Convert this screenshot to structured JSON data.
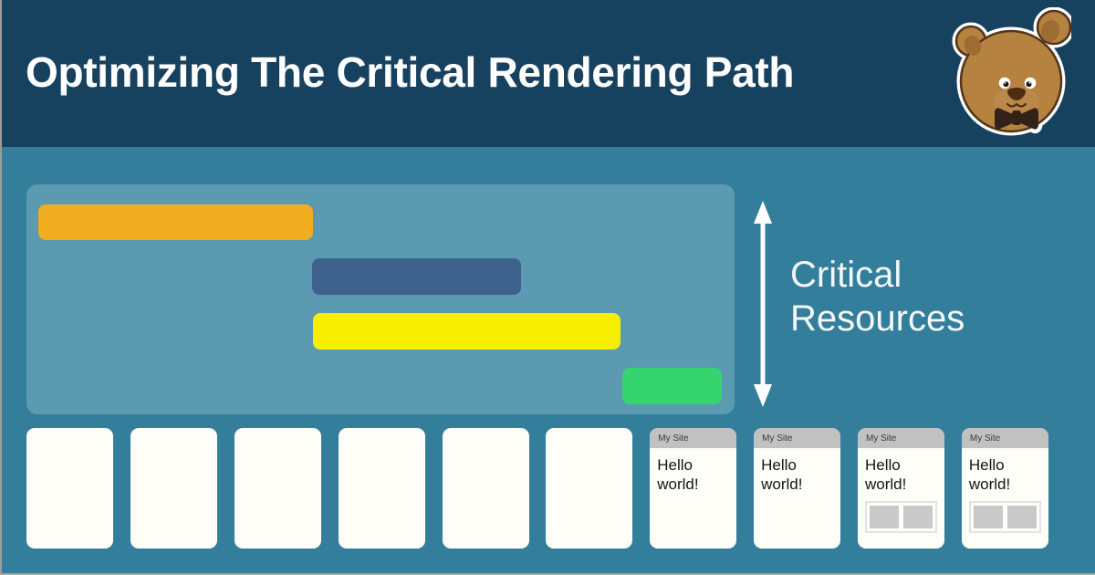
{
  "header": {
    "title": "Optimizing The Critical Rendering Path",
    "background": "#17425f",
    "logo": "bear-mascot"
  },
  "colors": {
    "body_background": "#337f9b",
    "panel_background": "#5c9ab2",
    "frame_white": "#fffdf8",
    "browser_titlebar_gray": "#c1c1c1",
    "arrow_white": "#ffffff"
  },
  "diagram": {
    "label": "Critical Resources",
    "bars": [
      {
        "name": "orange",
        "color": "#f1ac1f"
      },
      {
        "name": "blue",
        "color": "#3e618d"
      },
      {
        "name": "yellow",
        "color": "#f6ef00"
      },
      {
        "name": "green",
        "color": "#35d46e"
      }
    ]
  },
  "frames": {
    "blank_count": 6,
    "browser": [
      {
        "title": "My Site",
        "body": "Hello world!",
        "has_image_placeholder": false
      },
      {
        "title": "My Site",
        "body": "Hello world!",
        "has_image_placeholder": false
      },
      {
        "title": "My Site",
        "body": "Hello world!",
        "has_image_placeholder": true
      },
      {
        "title": "My Site",
        "body": "Hello world!",
        "has_image_placeholder": true
      }
    ]
  }
}
